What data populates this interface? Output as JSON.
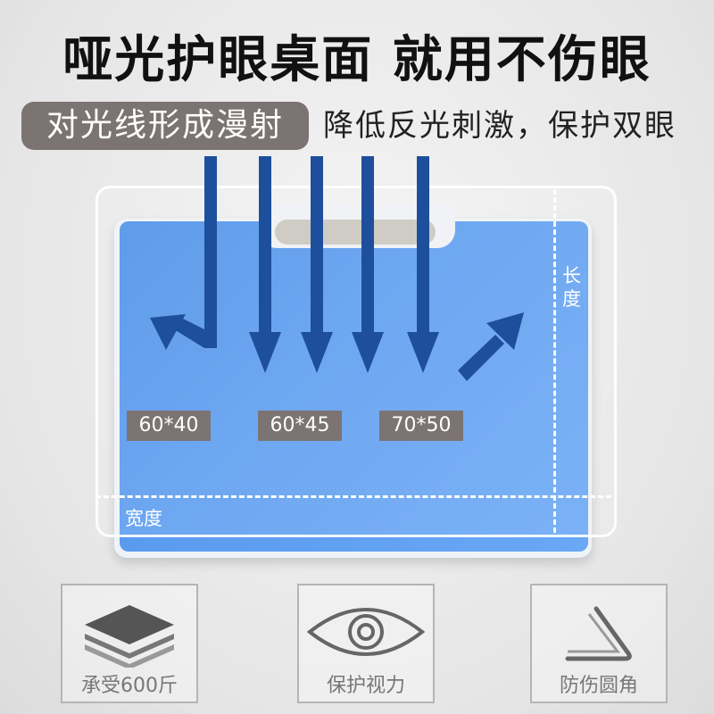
{
  "headline": "哑光护眼桌面 就用不伤眼",
  "pill_text": "对光线形成漫射",
  "subline": "降低反光刺激，保护双眼",
  "dimensions": {
    "length_label": "长度",
    "width_label": "宽度"
  },
  "sizes": [
    "60*40",
    "60*45",
    "70*50"
  ],
  "features": [
    {
      "label": "承受600斤",
      "icon": "stacked-layers-icon"
    },
    {
      "label": "保护视力",
      "icon": "eye-icon"
    },
    {
      "label": "防伤圆角",
      "icon": "rounded-corner-icon"
    }
  ],
  "colors": {
    "board": "#5b9cf0",
    "arrow": "#1e4f9c",
    "pill": "#7c7472",
    "tag": "#7b7473"
  }
}
